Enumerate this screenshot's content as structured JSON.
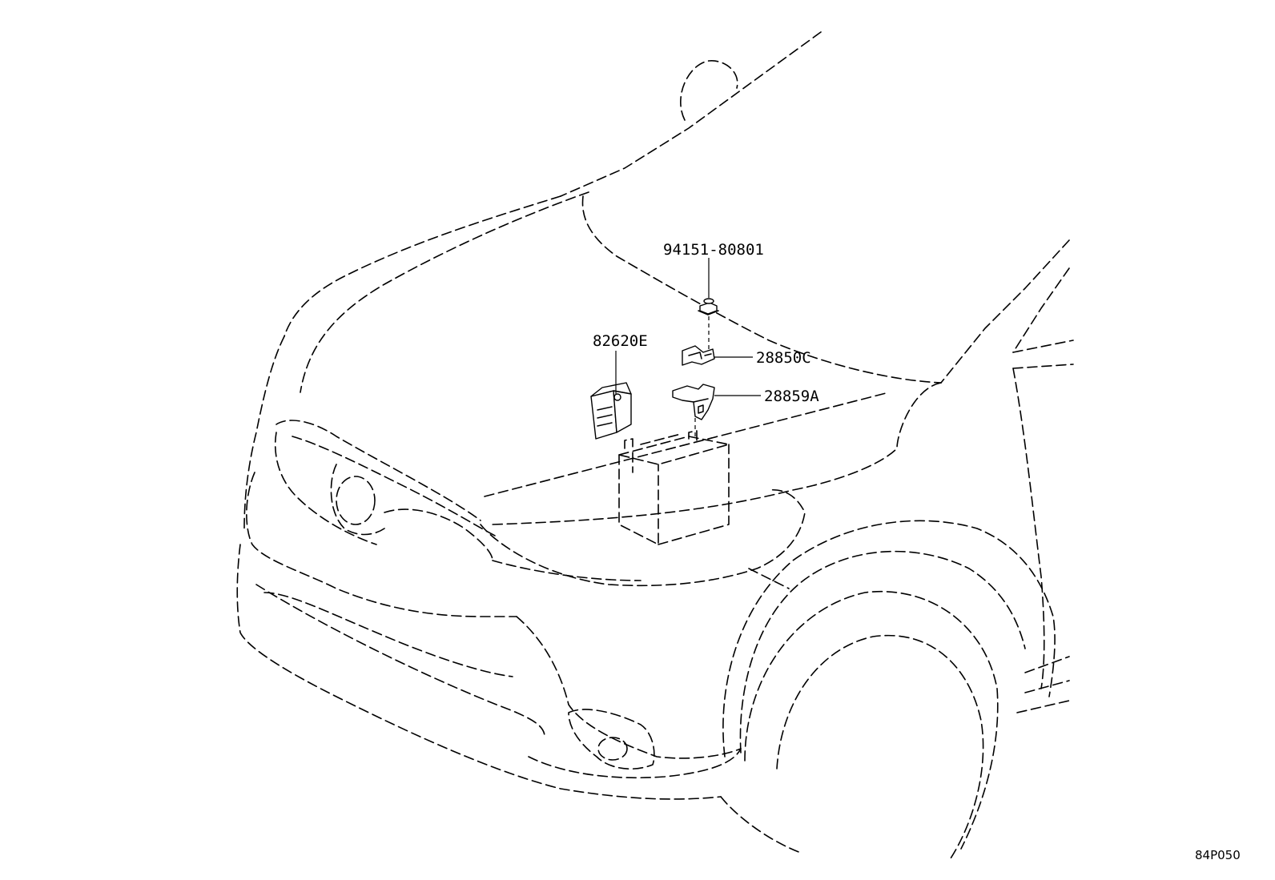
{
  "callouts": {
    "nut": "94151-80801",
    "bracket_upper": "28850C",
    "bracket_lower": "28859A",
    "relay_block": "82620E"
  },
  "illustration_code": "84P050"
}
